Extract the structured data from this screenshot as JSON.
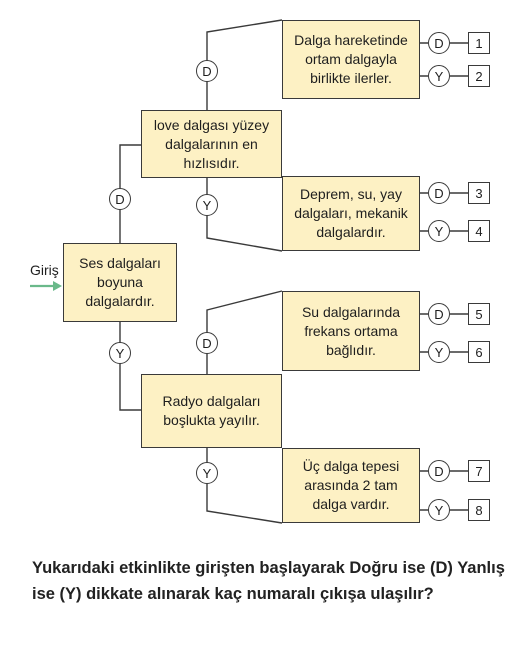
{
  "entry_label": "Giriş",
  "badges": {
    "true": "D",
    "false": "Y"
  },
  "nodes": {
    "start": "Ses dalgaları boyuna dalgalardır.",
    "love": "love dalgası yüzey dalgalarının en hızlısıdır.",
    "radio": "Radyo dalgaları boşlukta yayılır.",
    "wave_motion": "Dalga hareketinde ortam dalgayla birlikte ilerler.",
    "earthquake": "Deprem, su, yay dalgaları, mekanik dalgalardır.",
    "water": "Su dalgalarında frekans ortama bağlıdır.",
    "crest": "Üç dalga tepesi arasında 2 tam dalga vardır."
  },
  "outputs": [
    "1",
    "2",
    "3",
    "4",
    "5",
    "6",
    "7",
    "8"
  ],
  "question": "Yukarıdaki etkinlikte girişten başlayarak Doğru ise (D) Yanlış ise (Y) dikkate alınarak kaç numaralı çıkışa ulaşılır?",
  "colors": {
    "box_fill": "#fdf1c4",
    "arrow": "#6ab98a",
    "line": "#3a3a3a"
  }
}
